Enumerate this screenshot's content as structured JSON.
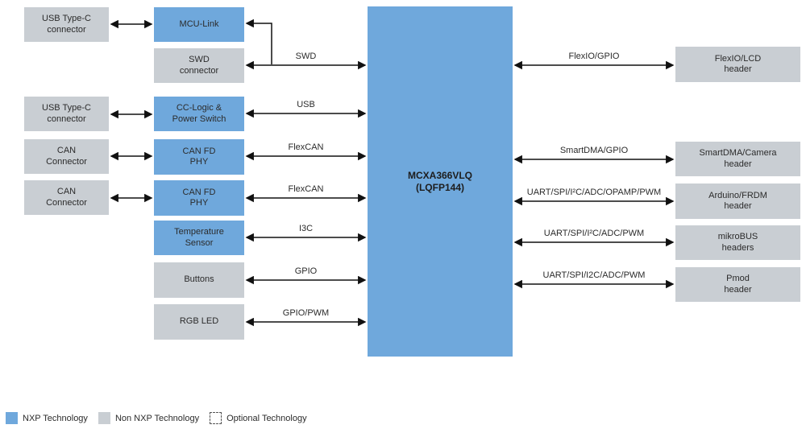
{
  "diagram": {
    "mcu": {
      "label": "MCXA366VLQ\n(LQFP144)"
    },
    "left_boxes": [
      {
        "label": "USB Type-C\nconnector",
        "type": "non-nxp"
      },
      {
        "label": "USB Type-C\nconnector",
        "type": "non-nxp"
      },
      {
        "label": "CAN\nConnector",
        "type": "non-nxp"
      },
      {
        "label": "CAN\nConnector",
        "type": "non-nxp"
      }
    ],
    "mid_boxes": [
      {
        "label": "MCU-Link",
        "type": "nxp"
      },
      {
        "label": "SWD\nconnector",
        "type": "non-nxp"
      },
      {
        "label": "CC-Logic &\nPower Switch",
        "type": "nxp"
      },
      {
        "label": "CAN FD\nPHY",
        "type": "nxp"
      },
      {
        "label": "CAN FD\nPHY",
        "type": "nxp"
      },
      {
        "label": "Temperature\nSensor",
        "type": "nxp"
      },
      {
        "label": "Buttons",
        "type": "non-nxp"
      },
      {
        "label": "RGB LED",
        "type": "non-nxp"
      }
    ],
    "right_boxes": [
      {
        "label": "FlexIO/LCD\nheader",
        "type": "non-nxp"
      },
      {
        "label": "SmartDMA/Camera\nheader",
        "type": "non-nxp"
      },
      {
        "label": "Arduino/FRDM\nheader",
        "type": "non-nxp"
      },
      {
        "label": "mikroBUS\nheaders",
        "type": "non-nxp"
      },
      {
        "label": "Pmod\nheader",
        "type": "non-nxp"
      }
    ],
    "left_bus_labels": [
      "SWD",
      "USB",
      "FlexCAN",
      "FlexCAN",
      "I3C",
      "GPIO",
      "GPIO/PWM"
    ],
    "right_bus_labels": [
      "FlexIO/GPIO",
      "SmartDMA/GPIO",
      "UART/SPI/I²C/ADC/OPAMP/PWM",
      "UART/SPI/I²C/ADC/PWM",
      "UART/SPI/I2C/ADC/PWM"
    ]
  },
  "legend": {
    "items": [
      {
        "label": "NXP Technology",
        "swatch": "nxp"
      },
      {
        "label": "Non NXP Technology",
        "swatch": "non-nxp"
      },
      {
        "label": "Optional Technology",
        "swatch": "optional"
      }
    ]
  },
  "colors": {
    "nxp_blue": "#6FA8DC",
    "non_nxp_gray": "#C9CED3",
    "line_black": "#111111"
  }
}
